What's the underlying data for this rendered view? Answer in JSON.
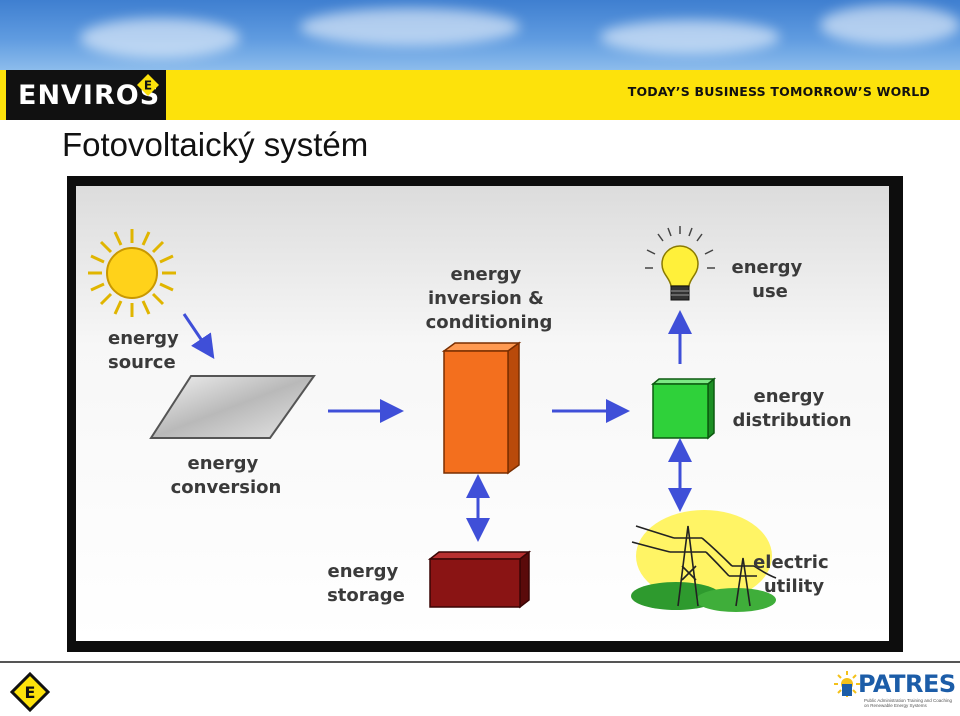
{
  "header": {
    "logo_text": "ENVIROS",
    "logo_badge": "E",
    "tagline": "TODAY’S BUSINESS TOMORROW’S WORLD"
  },
  "title": "Fotovoltaický systém",
  "diagram": {
    "source_label": [
      "energy",
      "source"
    ],
    "conversion_label": [
      "energy",
      "conversion"
    ],
    "inversion_label": [
      "energy",
      "inversion &",
      "conditioning"
    ],
    "storage_label": [
      "energy",
      "storage"
    ],
    "use_label": [
      "energy",
      "use"
    ],
    "distribution_label": [
      "energy",
      "distribution"
    ],
    "utility_label": [
      "electric",
      "utility"
    ]
  },
  "colors": {
    "header_yellow": "#fde20b",
    "arrow_blue": "#3f4fd8",
    "inverter_orange": "#f36f1e",
    "storage_maroon": "#8a1414",
    "distribution_green": "#2fd13a",
    "patres_blue": "#1c5da8"
  },
  "footer": {
    "badge": "E",
    "patres": "PATRES",
    "patres_small": [
      "Public Administration Training and Coaching",
      "on Renewable Energy Systems"
    ]
  }
}
